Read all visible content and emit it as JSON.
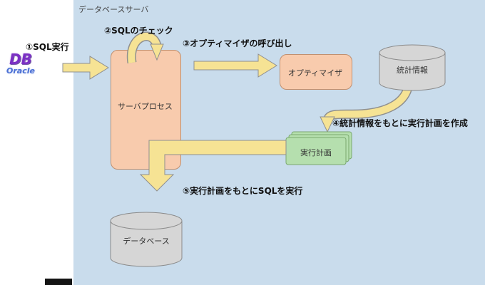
{
  "diagram": {
    "zone_label": "データベースサーバ",
    "steps": {
      "s1": "①SQL実行",
      "s2": "②SQLのチェック",
      "s3": "③オプティマイザの呼び出し",
      "s4": "④統計情報をもとに実行計画を作成",
      "s5": "⑤実行計画をもとにSQLを実行"
    },
    "nodes": {
      "client_logo_top": "DB",
      "client_logo_bottom": "Oracle",
      "server_process": "サーバプロセス",
      "optimizer": "オプティマイザ",
      "statistics": "統計情報",
      "execution_plan": "実行計画",
      "database": "データベース"
    },
    "colors": {
      "zone_bg": "#c9dcec",
      "node_fill": "#f8cbad",
      "node_border": "#c09070",
      "arrow_fill": "#f6e394",
      "arrow_border": "#8f8f8f",
      "plan_fill": "#b5dfae",
      "plan_border": "#7aa96f",
      "cylinder_fill": "#d6d6d6",
      "cylinder_border": "#8a8a8a"
    }
  }
}
